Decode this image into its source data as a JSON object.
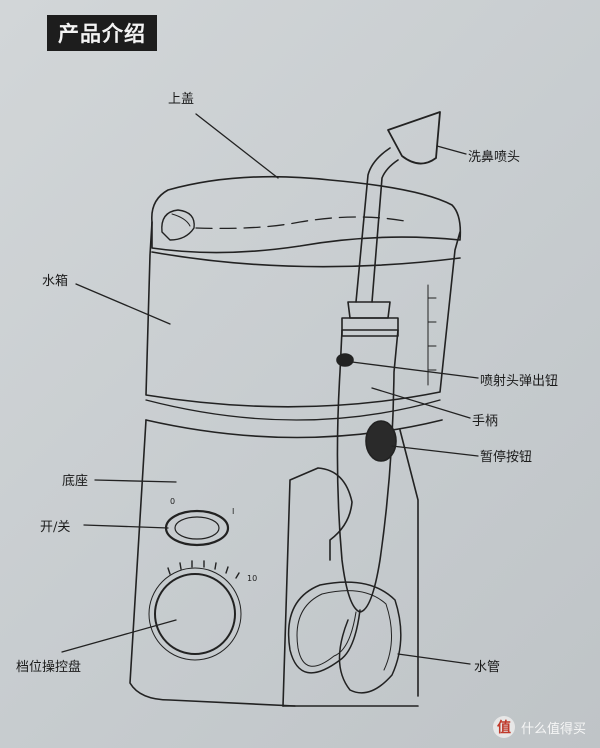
{
  "header": {
    "title": "产品介绍"
  },
  "labels": {
    "lid": "上盖",
    "nasal_tip": "洗鼻喷头",
    "reservoir": "水箱",
    "tip_eject": "喷射头弹出钮",
    "handle": "手柄",
    "pause": "暂停按钮",
    "base": "底座",
    "power": "开/关",
    "dial": "档位操控盘",
    "hose": "水管"
  },
  "dial_marks": {
    "off": "0",
    "on": "I",
    "max": "10"
  },
  "watermark": {
    "logo": "值",
    "text": "什么值得买"
  }
}
